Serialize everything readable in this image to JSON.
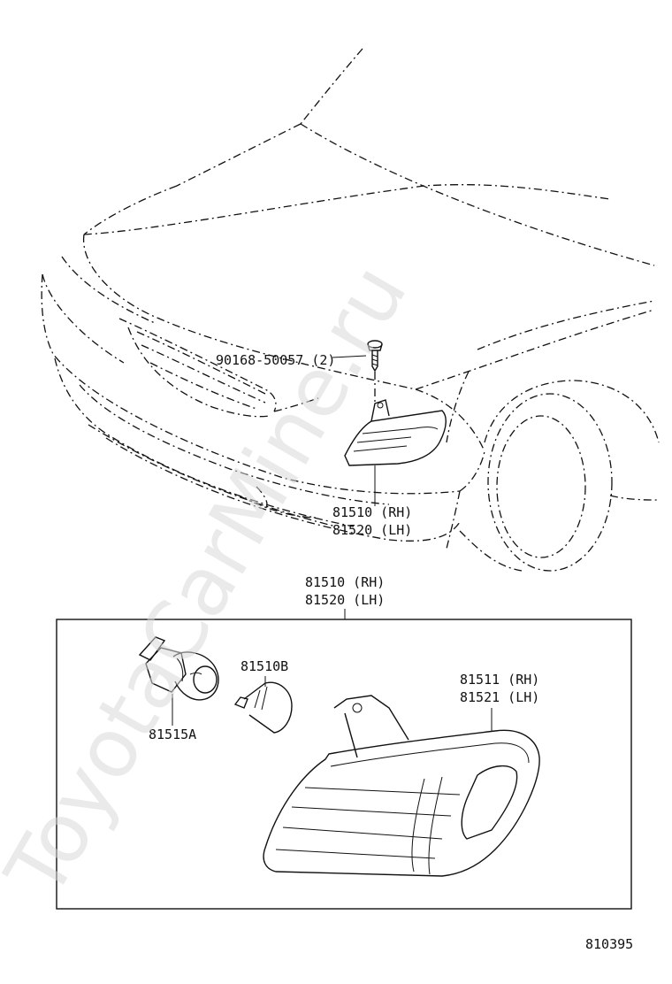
{
  "watermark": "ToyotaCarMine.ru",
  "diagram_id": "810395",
  "callouts": {
    "bolt": "90168-50057 (2)",
    "lamp_rh_top": "81510 (RH)",
    "lamp_lh_top": "81520 (LH)",
    "assembly_rh": "81510 (RH)",
    "assembly_lh": "81520 (LH)",
    "bulb": "81510B",
    "socket": "81515A",
    "lens_rh": "81511 (RH)",
    "lens_lh": "81521 (LH)"
  }
}
